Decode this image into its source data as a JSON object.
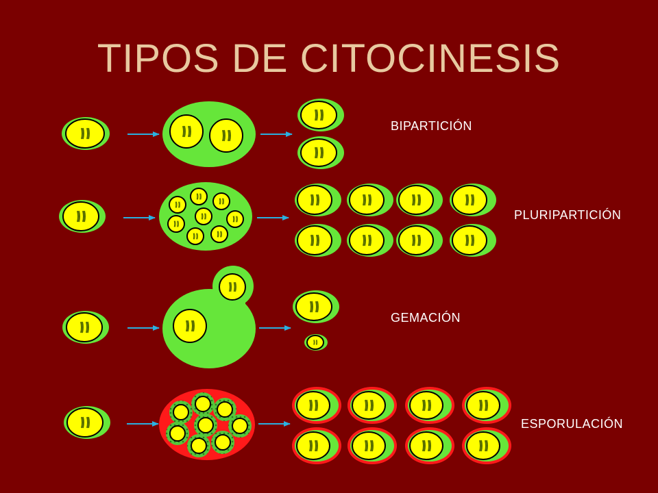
{
  "title": "TIPOS DE CITOCINESIS",
  "processes": [
    {
      "id": "biparticion",
      "label": "BIPARTICIÓN"
    },
    {
      "id": "pluriparticion",
      "label": "PLURIPARTICIÓN"
    },
    {
      "id": "gemacion",
      "label": "GEMACIÓN"
    },
    {
      "id": "esporulacion",
      "label": "ESPORULACIÓN"
    }
  ],
  "colors": {
    "background": "#7a0000",
    "title": "#e8c9a0",
    "cytoplasm": "#66e63a",
    "nucleus": "#ffff00",
    "arrow": "#2ab0e0",
    "spore_wall": "#ff1a1a"
  }
}
